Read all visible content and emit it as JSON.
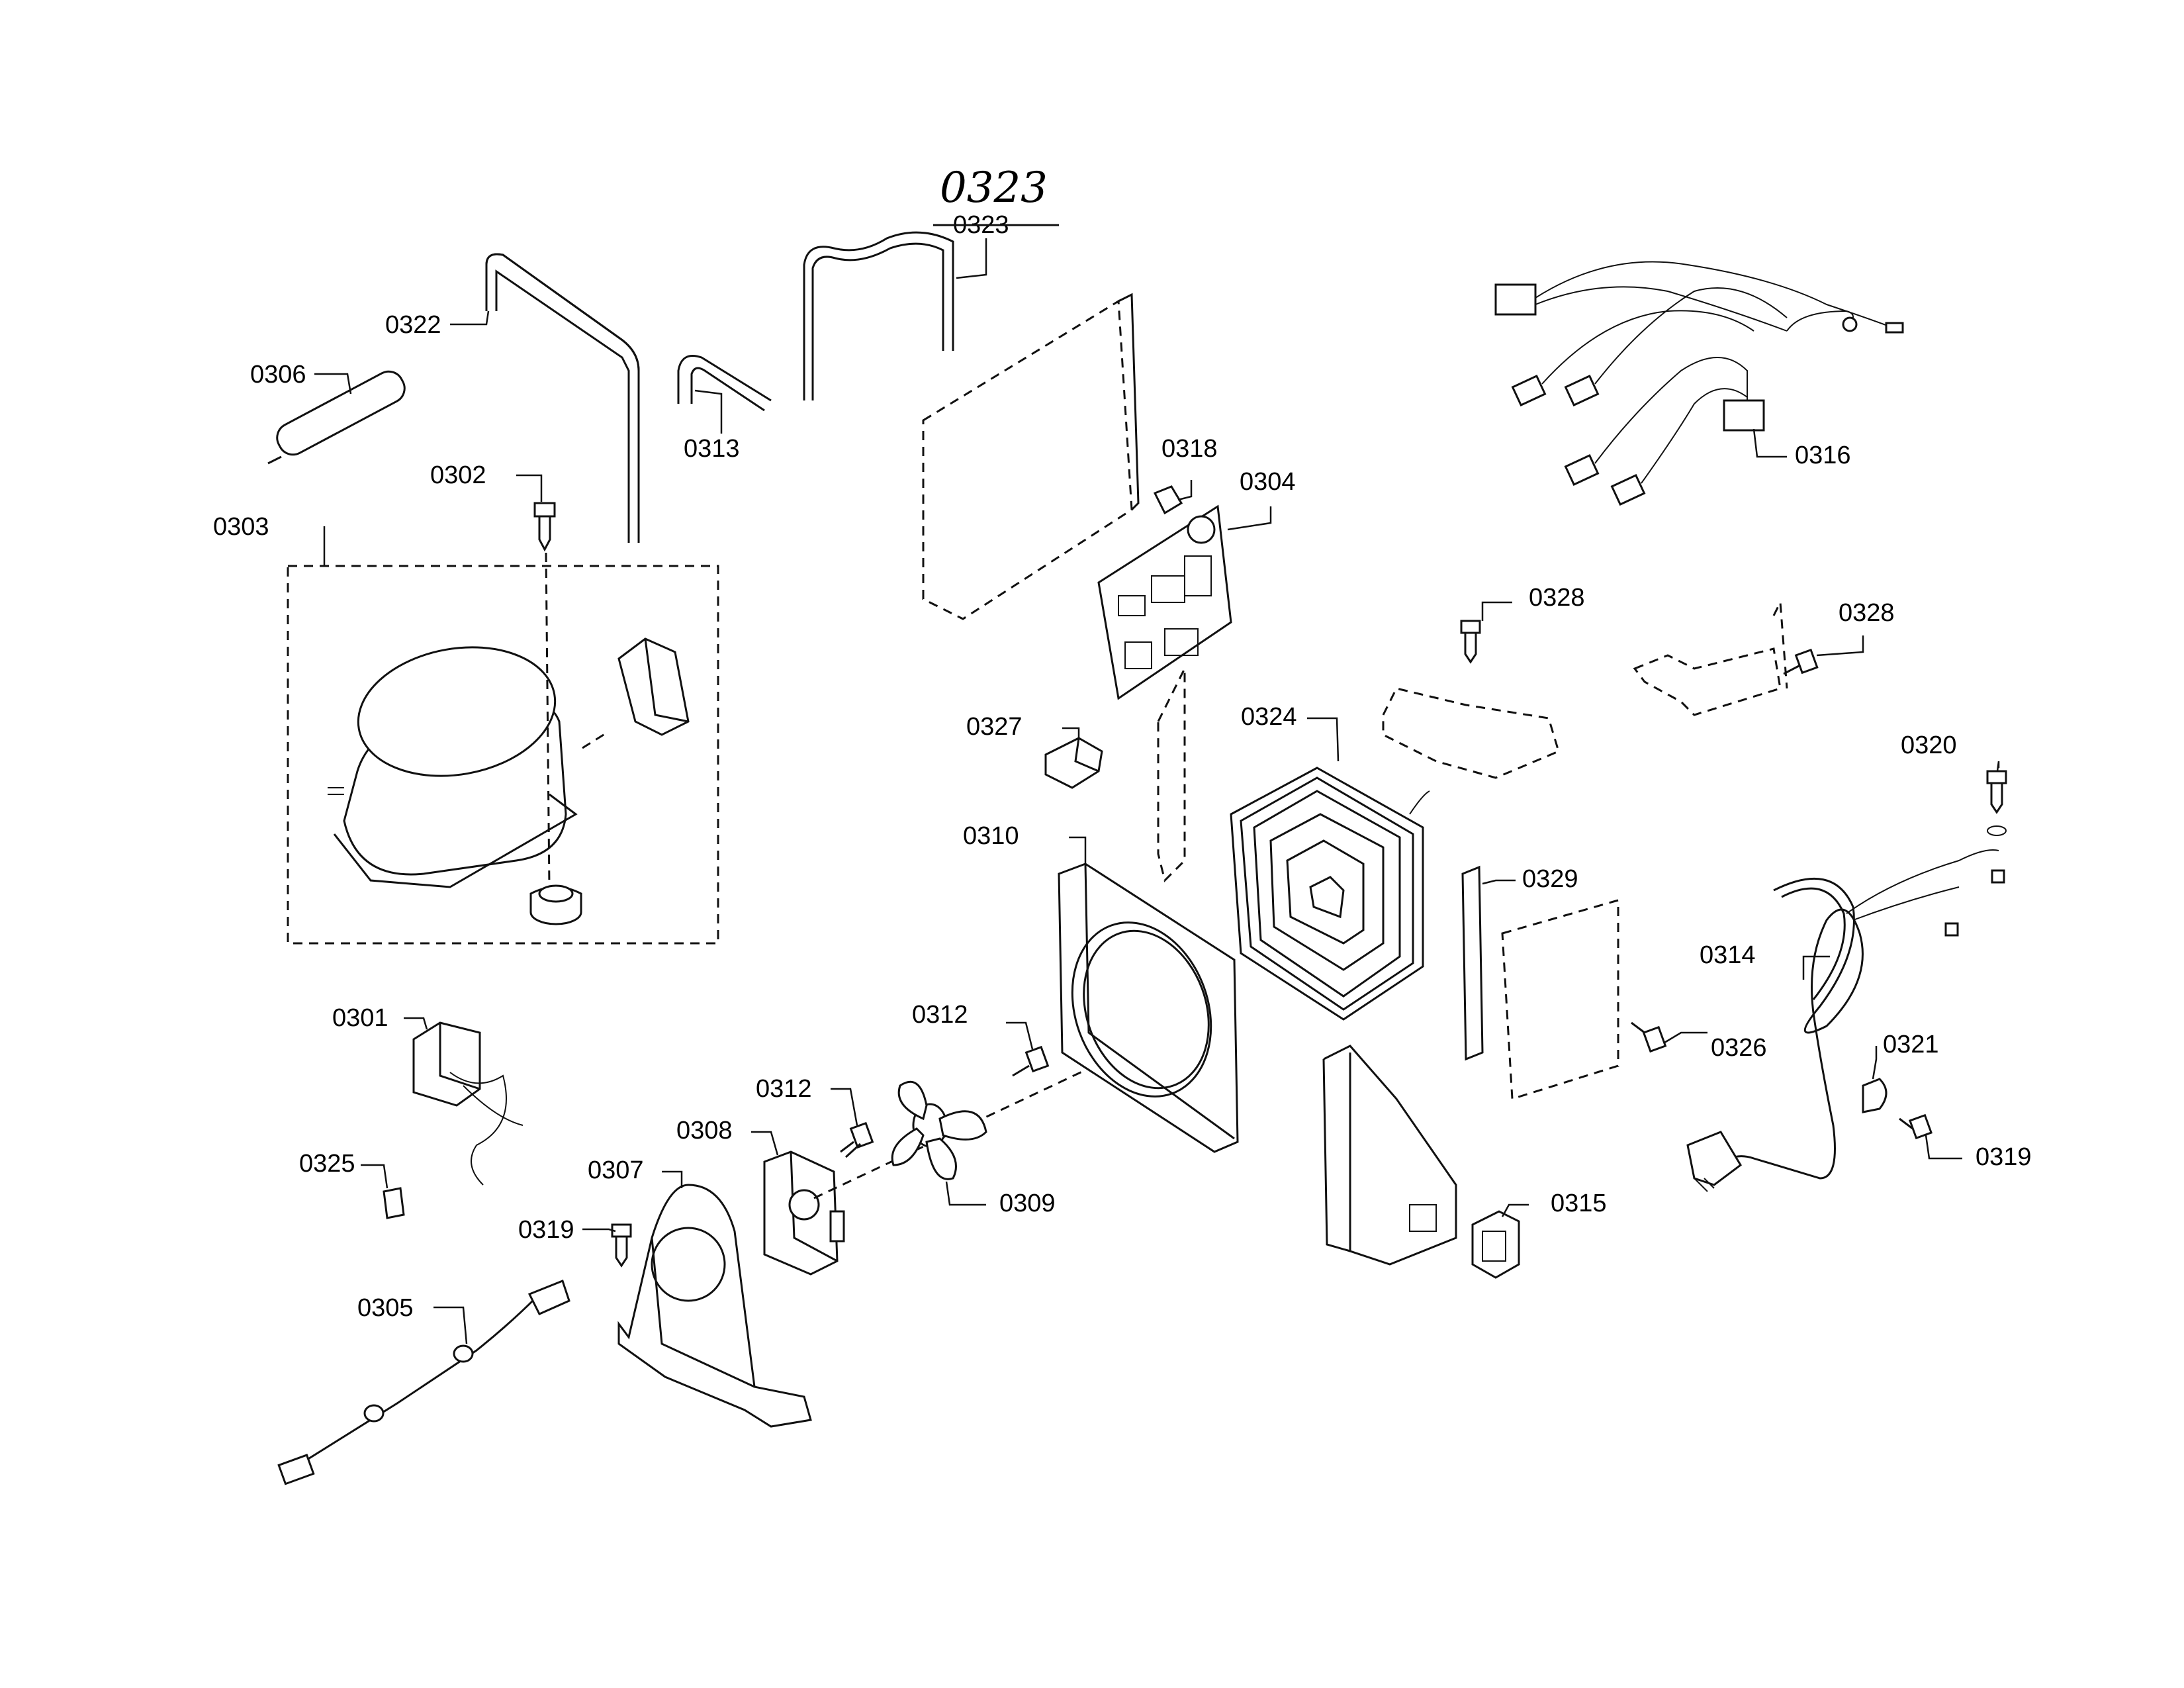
{
  "annotation": {
    "handwritten": "0323",
    "struck": "0323"
  },
  "labels": {
    "p0301": "0301",
    "p0302": "0302",
    "p0303": "0303",
    "p0304": "0304",
    "p0305": "0305",
    "p0306": "0306",
    "p0307": "0307",
    "p0308": "0308",
    "p0309": "0309",
    "p0310": "0310",
    "p0312a": "0312",
    "p0312b": "0312",
    "p0313": "0313",
    "p0314": "0314",
    "p0315": "0315",
    "p0316": "0316",
    "p0318": "0318",
    "p0319a": "0319",
    "p0319b": "0319",
    "p0320": "0320",
    "p0321": "0321",
    "p0322": "0322",
    "p0324": "0324",
    "p0325": "0325",
    "p0326": "0326",
    "p0327": "0327",
    "p0328a": "0328",
    "p0328b": "0328",
    "p0329": "0329"
  }
}
